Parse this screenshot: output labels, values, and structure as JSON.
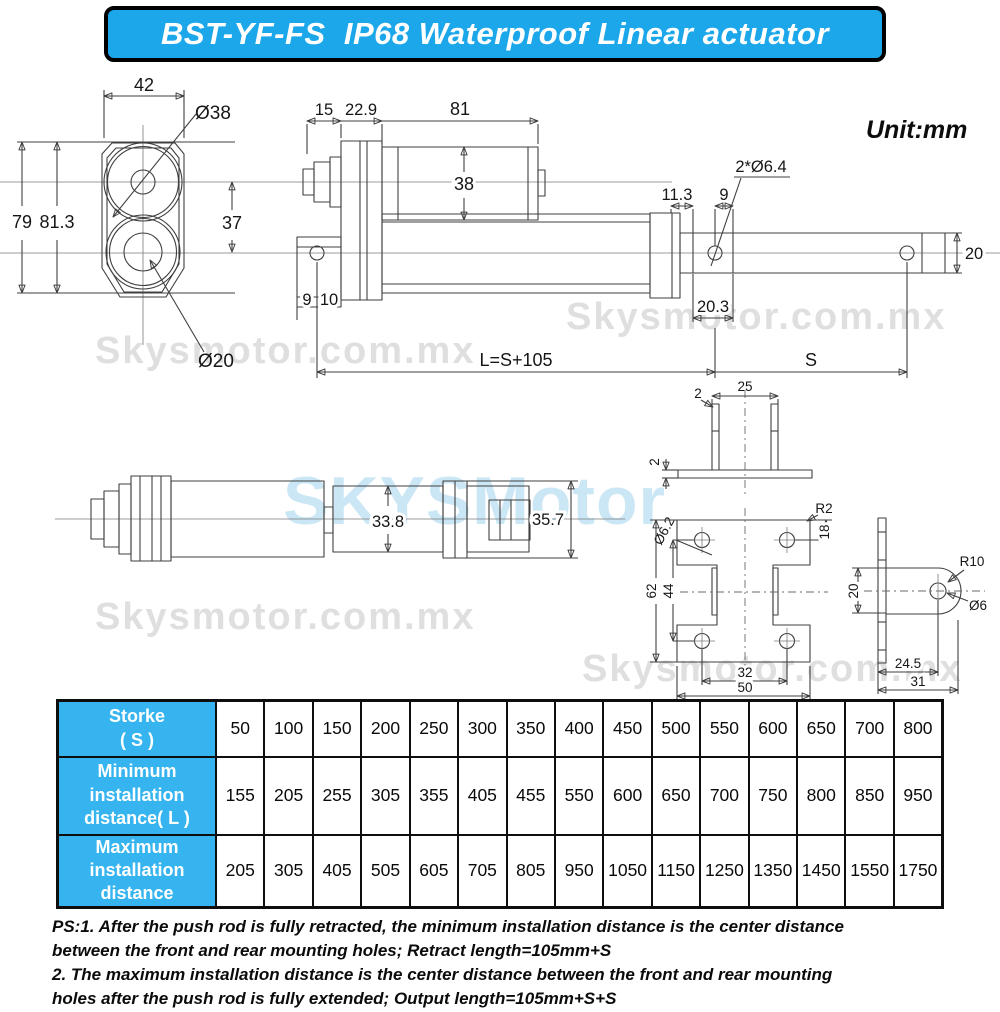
{
  "title": "BST-YF-FS  IP68 Waterproof Linear actuator",
  "unit_label": "Unit:mm",
  "colors": {
    "banner_blue": "#1ba7e9",
    "table_header_blue": "#36b4ef",
    "watermark_gray": "#c6c6c6",
    "watermark_blue": "#a9d8f0"
  },
  "watermarks": {
    "small": "Skysmotor.com.mx",
    "big": "SKYSMotor"
  },
  "dims": {
    "fv_width": "42",
    "fv_height_a": "79",
    "fv_height_b": "81.3",
    "fv_center_dist": "37",
    "fv_top_hole": "Ø38",
    "fv_bottom_hole": "Ø20",
    "sv_gland": "15",
    "sv_rear_cap": "22.9",
    "sv_motor_len": "81",
    "sv_motor_dia": "38",
    "sv_rear_9": "9",
    "sv_rear_10": "10",
    "sv_front_offset": "11.3",
    "sv_front_9": "9",
    "sv_holes": "2*Ø6.4",
    "sv_front_20_3": "20.3",
    "sv_rod_end_20": "20",
    "sv_length_formula": "L=S+105",
    "sv_stroke": "S",
    "tv_body_dia": "33.8",
    "tv_end_dia": "35.7",
    "bs_top_width": "25",
    "bs_plate_t": "2",
    "bs_base_t": "2",
    "bf_hole": "Ø6.2",
    "bf_corner_r": "R2",
    "bf_hole_edge": "18",
    "bf_height": "62",
    "bf_hole_span_v": "44",
    "bf_hole_span_h": "32",
    "bf_width": "50",
    "rt_radius": "R10",
    "rt_hole": "Ø6",
    "rt_width_20": "20",
    "rt_hole_offset": "24.5",
    "rt_length": "31"
  },
  "table": {
    "rows": [
      {
        "label_lines": [
          "Storke",
          "( S )"
        ],
        "values": [
          "50",
          "100",
          "150",
          "200",
          "250",
          "300",
          "350",
          "400",
          "450",
          "500",
          "550",
          "600",
          "650",
          "700",
          "800"
        ]
      },
      {
        "label_lines": [
          "Minimum",
          "installation",
          "distance( L )"
        ],
        "values": [
          "155",
          "205",
          "255",
          "305",
          "355",
          "405",
          "455",
          "550",
          "600",
          "650",
          "700",
          "750",
          "800",
          "850",
          "950"
        ]
      },
      {
        "label_lines": [
          "Maximum",
          "installation",
          "distance"
        ],
        "values": [
          "205",
          "305",
          "405",
          "505",
          "605",
          "705",
          "805",
          "950",
          "1050",
          "1150",
          "1250",
          "1350",
          "1450",
          "1550",
          "1750"
        ]
      }
    ]
  },
  "notes": [
    "PS:1. After the push rod is fully retracted, the minimum installation distance is the center distance",
    "between the front and rear mounting holes; Retract length=105mm+S",
    "2. The maximum installation distance is the center distance between the front and rear mounting",
    "holes after the push rod is fully extended; Output length=105mm+S+S"
  ]
}
